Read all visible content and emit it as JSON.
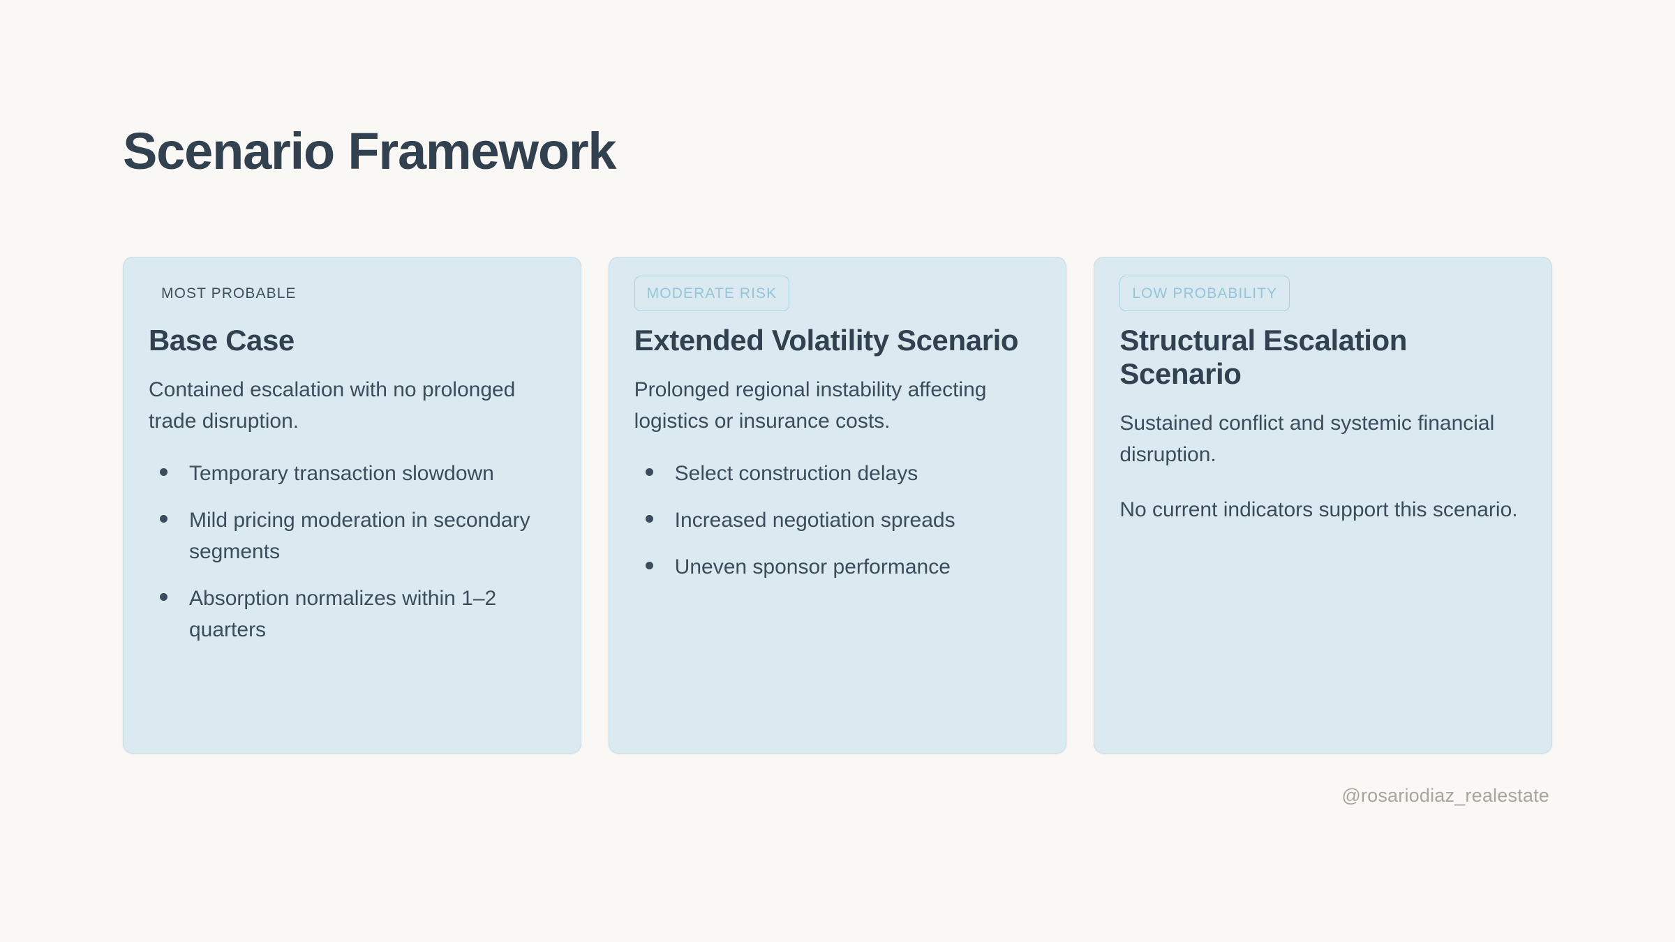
{
  "page": {
    "title": "Scenario Framework",
    "background_color": "#faf8f4",
    "title_color": "#32414f",
    "handle": "@rosariodiaz_realestate"
  },
  "cards": [
    {
      "badge": {
        "label": "MOST PROBABLE",
        "style": "plain",
        "text_color": "#3e4f5d"
      },
      "title": "Base Case",
      "paragraphs": [
        "Contained escalation with no prolonged trade disruption."
      ],
      "bullets": [
        "Temporary transaction slowdown",
        "Mild pricing moderation in secondary segments",
        "Absorption normalizes within 1–2 quarters"
      ]
    },
    {
      "badge": {
        "label": "MODERATE RISK",
        "style": "outlined",
        "text_color": "#93c6d8",
        "border_color": "#a9d2e1"
      },
      "title": "Extended Volatility Scenario",
      "paragraphs": [
        "Prolonged regional instability affecting logistics or insurance costs."
      ],
      "bullets": [
        "Select construction delays",
        "Increased negotiation spreads",
        "Uneven sponsor performance"
      ]
    },
    {
      "badge": {
        "label": "LOW PROBABILITY",
        "style": "outlined",
        "text_color": "#93c6d8",
        "border_color": "#a9d2e1"
      },
      "title": "Structural Escalation Scenario",
      "paragraphs": [
        "Sustained conflict and systemic financial disruption.",
        "No current indicators support this scenario."
      ],
      "bullets": []
    }
  ],
  "theme": {
    "card_fill": "#dbe9f0",
    "card_border": "#c7dde8",
    "body_text": "#3b4c5b"
  }
}
